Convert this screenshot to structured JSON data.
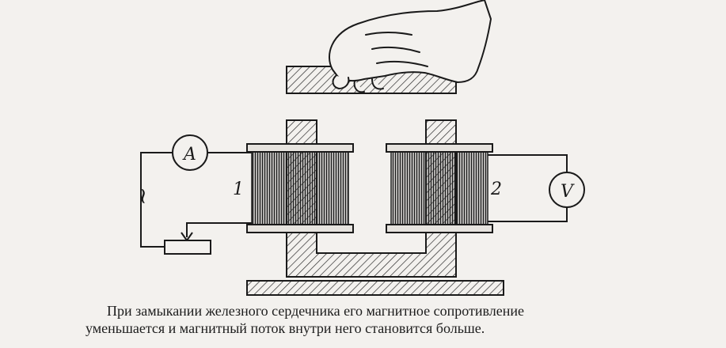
{
  "figure": {
    "ammeter_symbol": "A",
    "voltmeter_symbol": "V",
    "coil_1_label": "1",
    "coil_2_label": "2",
    "ac_source_symbol": "~"
  },
  "caption": {
    "line1": "При замыкании железного сердечника его магнитное сопротивление",
    "line2": "уменьшается и магнитный поток внутри него становится больше."
  },
  "colors": {
    "paper": "#f3f1ee",
    "ink": "#1a1a1a"
  }
}
